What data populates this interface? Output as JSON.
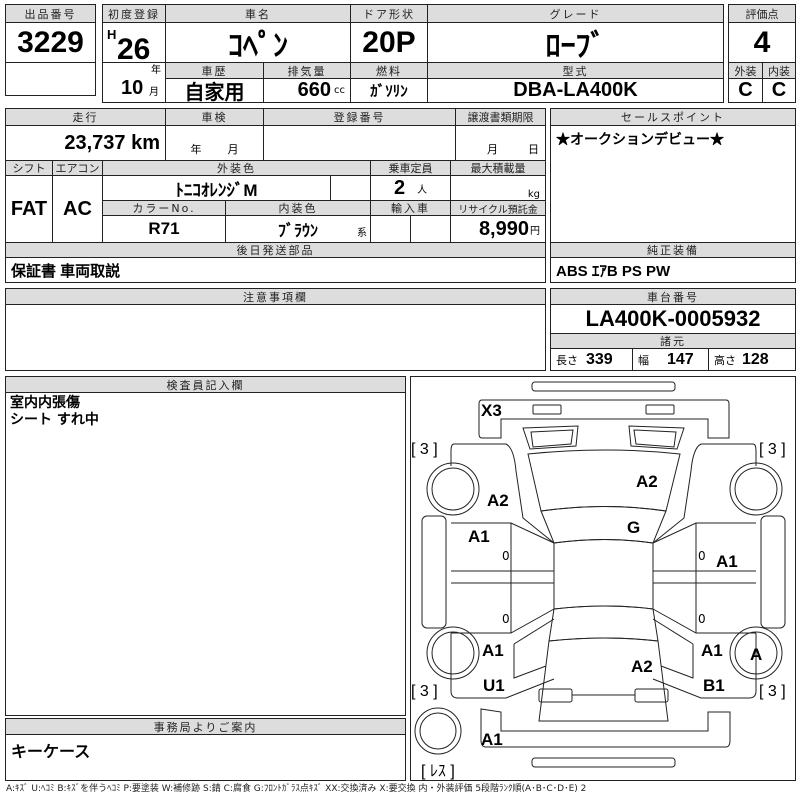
{
  "lot": {
    "label": "出品番号",
    "value": "3229"
  },
  "main": {
    "first_reg_label": "初度登録",
    "era": "H",
    "year": "26",
    "year_unit": "年",
    "month": "10",
    "month_unit": "月",
    "car_name_label": "車名",
    "car_name": "ｺﾍﾟﾝ",
    "door_label": "ドア形状",
    "door": "20P",
    "grade_label": "グレード",
    "grade": "ﾛｰﾌﾞ",
    "history_label": "車歴",
    "history": "自家用",
    "displacement_label": "排気量",
    "displacement": "660",
    "displacement_unit": "cc",
    "fuel_label": "燃料",
    "fuel": "ｶﾞｿﾘﾝ",
    "model_label": "型式",
    "model": "DBA-LA400K"
  },
  "score": {
    "label": "評価点",
    "value": "4",
    "exterior_label": "外装",
    "exterior": "C",
    "interior_label": "内装",
    "interior": "C"
  },
  "details": {
    "mileage_label": "走行",
    "mileage": "23,737 km",
    "inspection_label": "車検",
    "inspection_year_unit": "年",
    "inspection_month_unit": "月",
    "plate_label": "登録番号",
    "transfer_label": "譲渡書類期限",
    "transfer_month_unit": "月",
    "transfer_day_unit": "日",
    "shift_label": "シフト",
    "shift": "FAT",
    "ac_label": "エアコン",
    "ac": "AC",
    "ext_color_label": "外装色",
    "ext_color": "ﾄﾆｺｵﾚﾝｼﾞM",
    "capacity_label": "乗車定員",
    "capacity": "2",
    "capacity_unit": "人",
    "max_load_label": "最大積載量",
    "max_load_unit": "kg",
    "color_no_label": "カラーNo.",
    "color_no": "R71",
    "int_color_label": "内装色",
    "int_color": "ﾌﾞﾗｳﾝ",
    "int_color_suffix": "系",
    "import_label": "輸入車",
    "recycle_label": "リサイクル預託金",
    "recycle": "8,990",
    "recycle_unit": "円",
    "later_parts_label": "後日発送部品",
    "later_parts": "保証書 車両取説"
  },
  "sales_point": {
    "label": "セールスポイント",
    "value": "★オークションデビュー★"
  },
  "equipment": {
    "label": "純正装備",
    "value": "ABS ｴｱB PS PW"
  },
  "notes": {
    "label": "注意事項欄"
  },
  "chassis": {
    "label": "車台番号",
    "value": "LA400K-0005932",
    "spec_label": "諸元",
    "length_label": "長さ",
    "length": "339",
    "width_label": "幅",
    "width": "147",
    "height_label": "高さ",
    "height": "128"
  },
  "inspector": {
    "label": "検査員記入欄",
    "lines": [
      "室内内張傷",
      "シート すれ中"
    ]
  },
  "office": {
    "label": "事務局よりご案内",
    "value": "キーケース"
  },
  "diagram": {
    "marks": [
      "X3",
      "A2",
      "A2",
      "G",
      "A1",
      "A1",
      "A1",
      "U1",
      "A1",
      "B1",
      "A",
      "A2",
      "A1"
    ],
    "tires": [
      "[ 3 ]",
      "[ 3 ]",
      "[ 3 ]",
      "[ 3 ]",
      "[ ﾚｽ ]"
    ],
    "zeros": [
      "0",
      "0",
      "0",
      "0"
    ]
  },
  "legend": "A:ｷｽﾞ U:ﾍｺﾐ B:ｷｽﾞを伴うﾍｺﾐ P:要塗装 W:補修跡 S:錆 C:腐食 G:ﾌﾛﾝﾄｶﾞﾗｽ点ｷｽﾞ XX:交換済み X:要交換 内・外装評価 5段階ﾗﾝｸ順(A･B･C･D･E) 2"
}
